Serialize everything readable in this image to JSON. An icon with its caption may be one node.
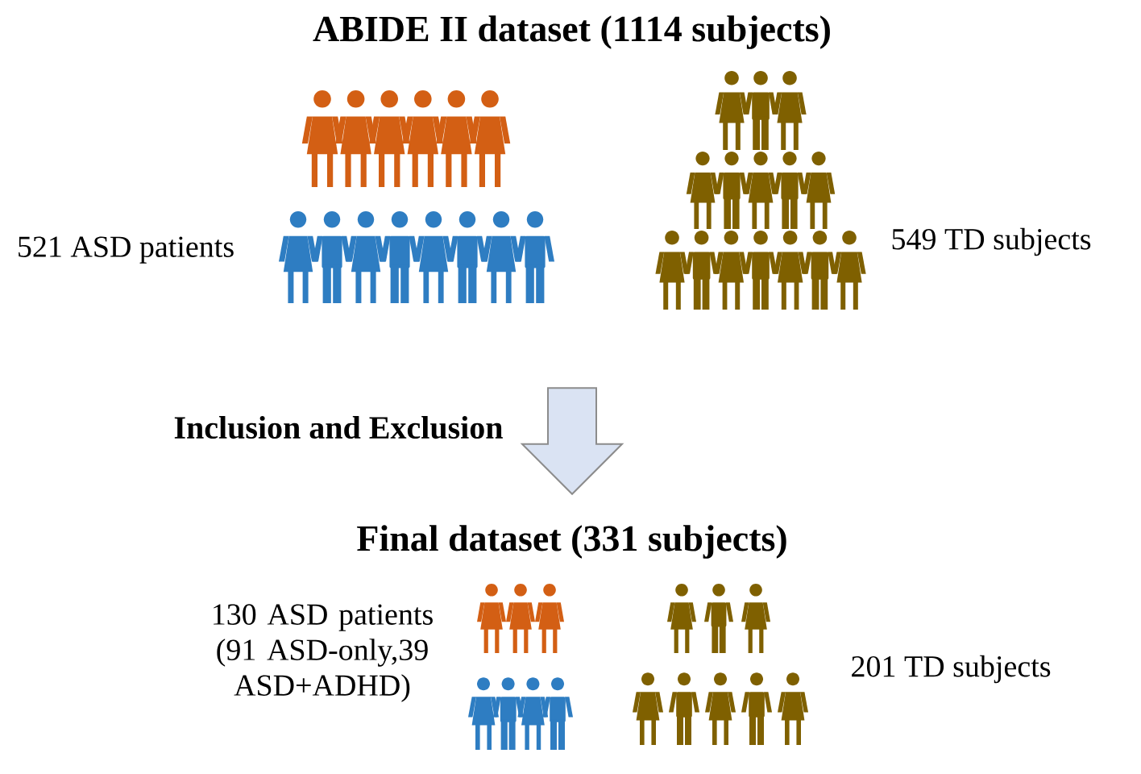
{
  "diagram": {
    "nodes": [
      {
        "text": [
          "ABIDE II dataset (1114 subjects)"
        ]
      },
      {
        "text": [
          "Final dataset (331 subjects)"
        ]
      }
    ],
    "edges": [
      {
        "from": 0,
        "to": 1,
        "arrow": "to",
        "label": "Inclusion and Exclusion"
      }
    ],
    "labels": [
      "521 ASD patients",
      "549 TD subjects",
      "130 ASD patients (91 ASD-only,39 ASD+ADHD)",
      "201 TD subjects"
    ]
  }
}
